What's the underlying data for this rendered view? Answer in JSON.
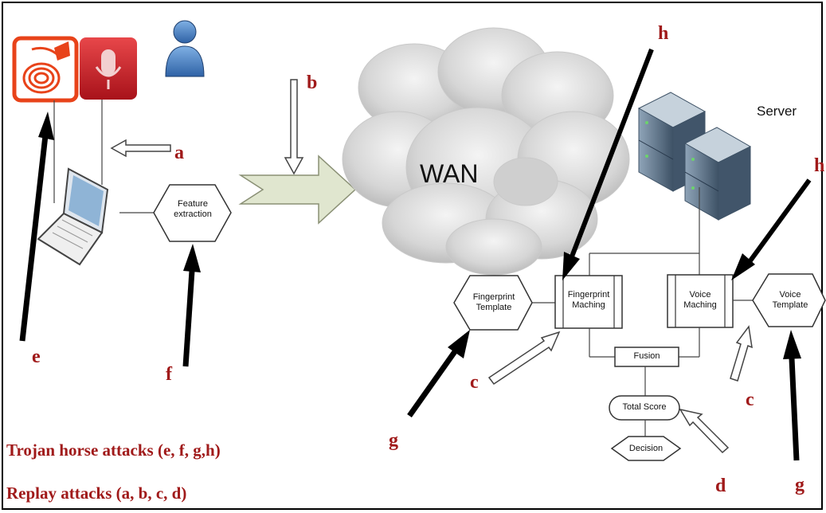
{
  "labels": {
    "a": "a",
    "b": "b",
    "c_left": "c",
    "c_right": "c",
    "d": "d",
    "e": "e",
    "f": "f",
    "g_left": "g",
    "g_right": "g",
    "h_top": "h",
    "h_right": "h"
  },
  "nodes": {
    "feature_extraction": "Feature extraction",
    "fingerprint_template": "Fingerprint Template",
    "fingerprint_matching": "Fingerprint Maching",
    "voice_matching": "Voice Maching",
    "voice_template": "Voice Template",
    "fusion": "Fusion",
    "total_score": "Total Score",
    "decision": "Decision",
    "wan": "WAN",
    "server": "Server"
  },
  "legend": {
    "trojan": "Trojan horse attacks (e, f, g,h)",
    "replay": "Replay attacks (a, b, c, d)"
  },
  "colors": {
    "label_red": "#a01a1a",
    "fingerprint_icon": "#e8431a",
    "mic_icon": "#c8181e",
    "user_icon": "#4a84c4",
    "wan_arrow": "#e0e6cf",
    "server_body": "#5d7388"
  },
  "icons": [
    "fingerprint-icon",
    "microphone-icon",
    "user-icon",
    "laptop-icon",
    "cloud-icon",
    "server-icon"
  ]
}
